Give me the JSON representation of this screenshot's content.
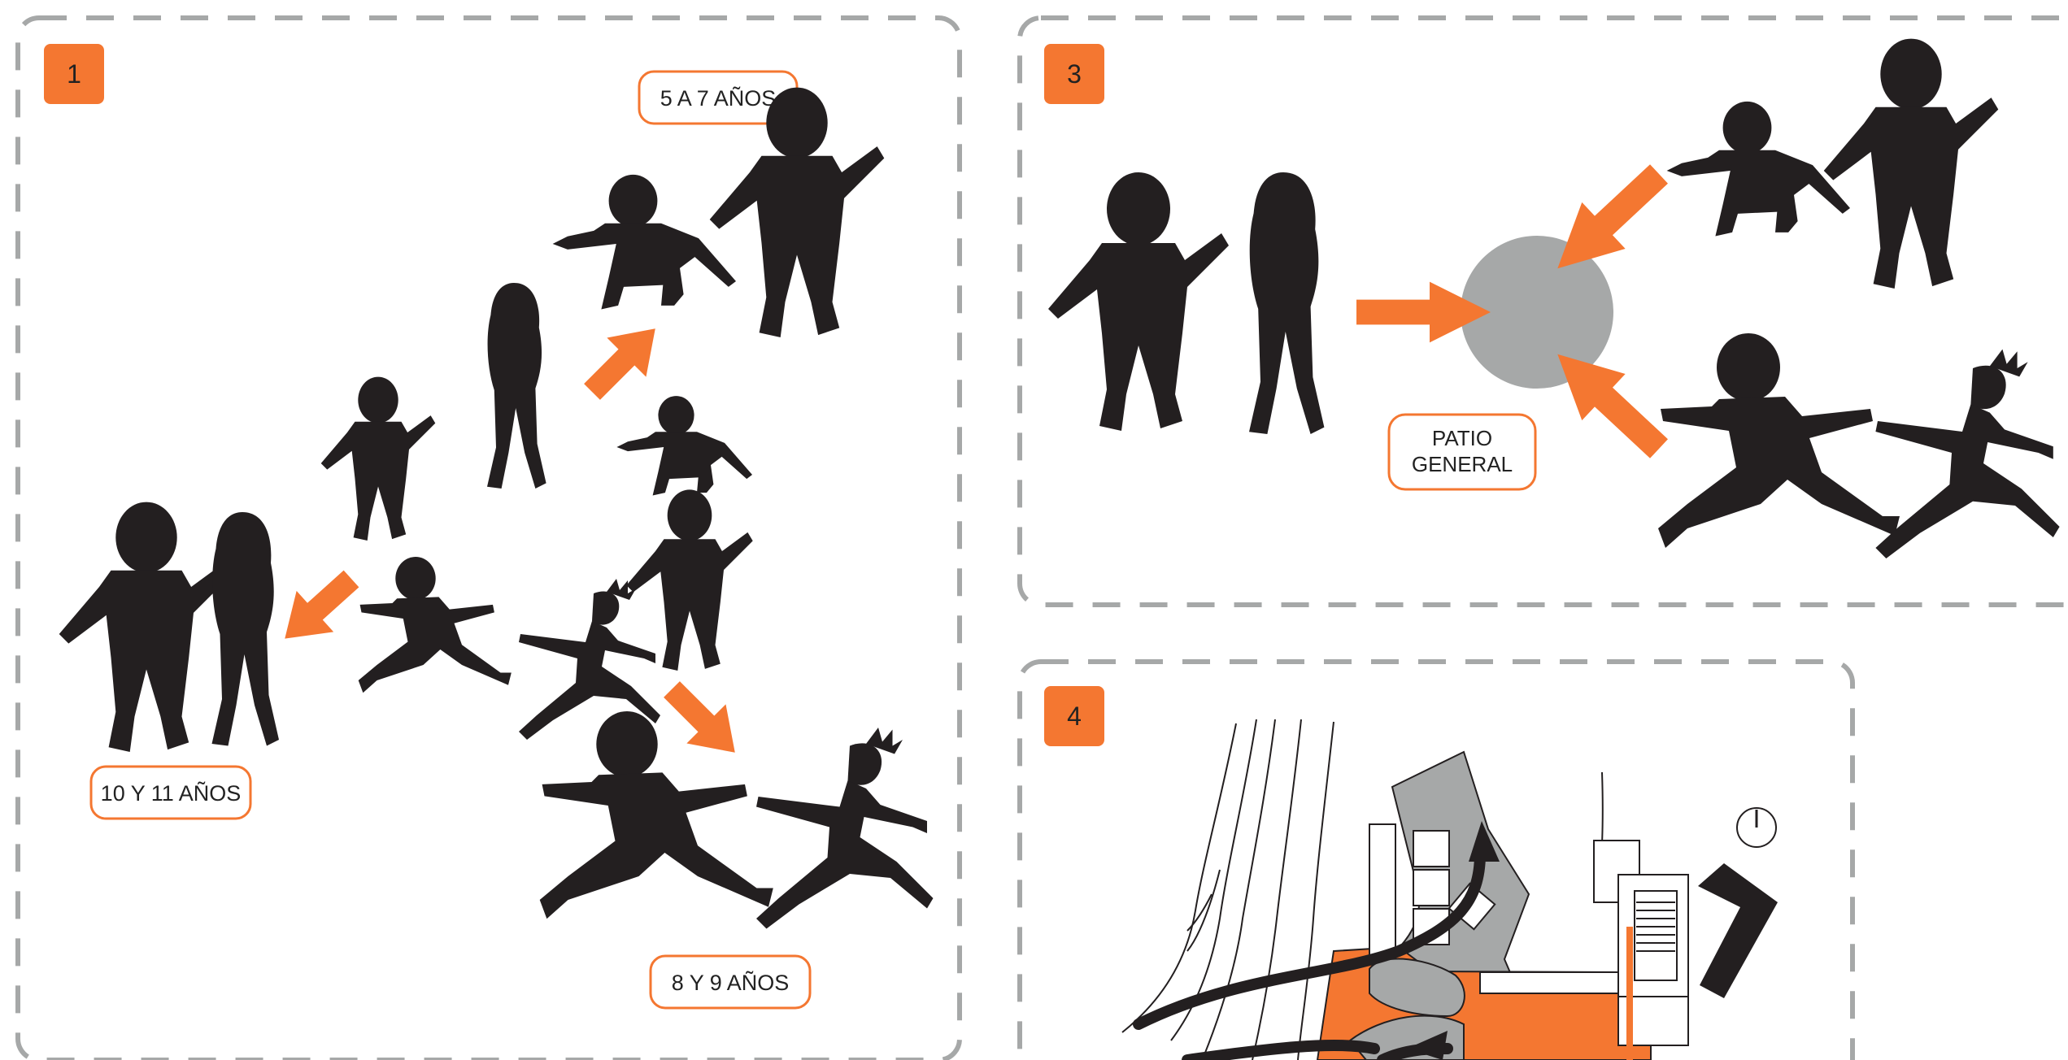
{
  "colors": {
    "accent": "#F47731",
    "silhouette": "#231F20",
    "grey": "#A6A8A8",
    "dashed_frame": "#A6A8A8"
  },
  "panels": {
    "p1": {
      "number": "1",
      "labels": {
        "age_5_7": "5 A 7 AÑOS",
        "age_10_11": "10 Y 11 AÑOS",
        "age_8_9": "8 Y 9 AÑOS"
      }
    },
    "p3": {
      "number": "3",
      "patio_line1": "PATIO",
      "patio_line2": "GENERAL"
    },
    "p4": {
      "number": "4"
    }
  }
}
